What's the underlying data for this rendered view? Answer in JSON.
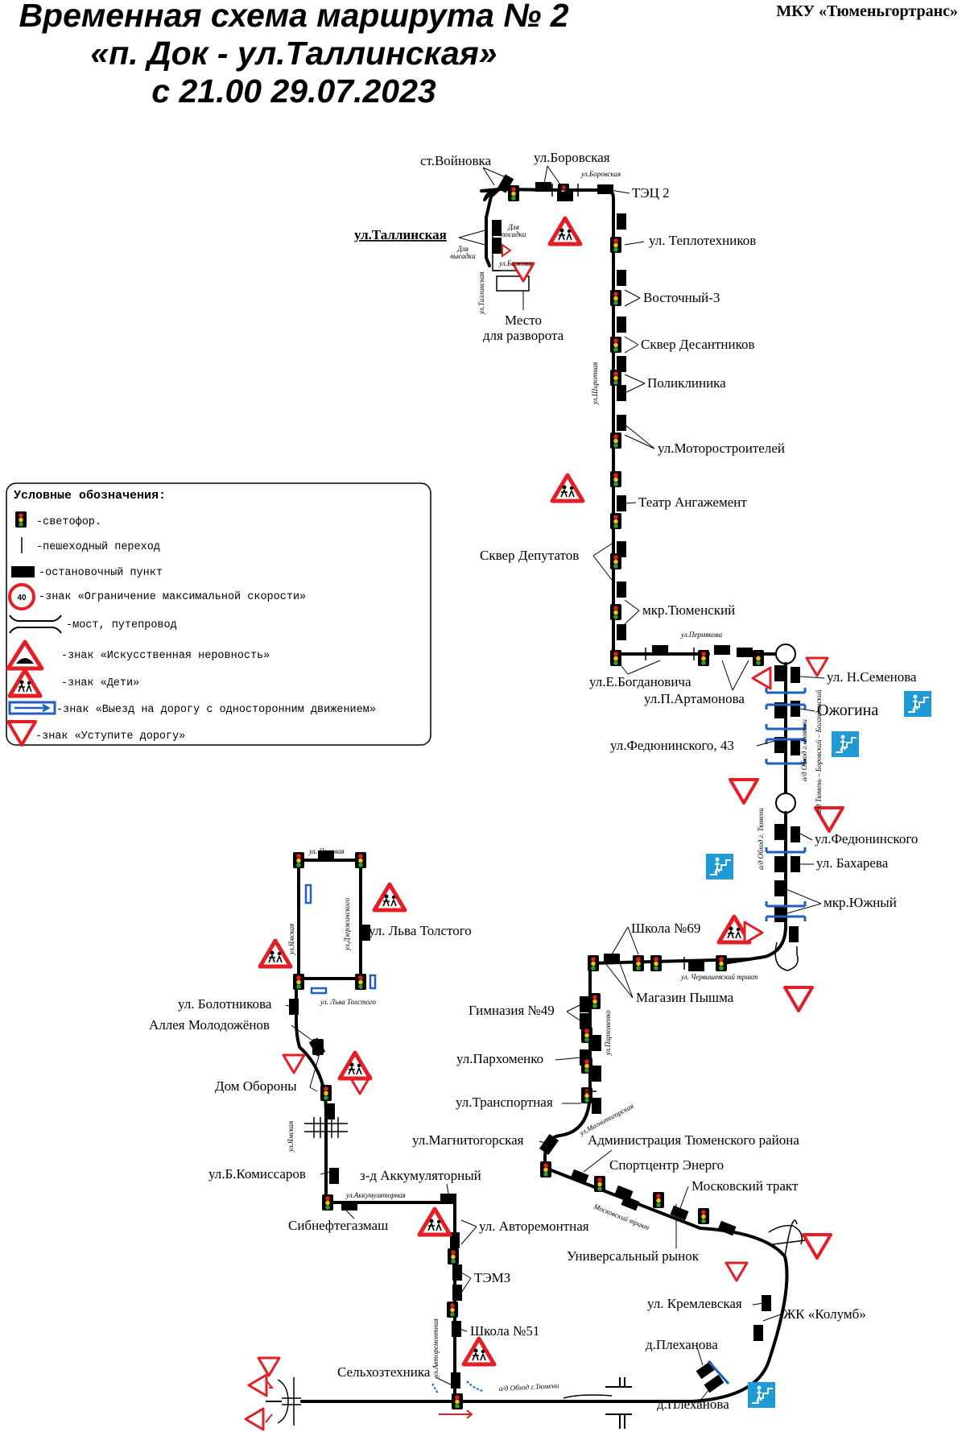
{
  "header": {
    "title_line1": "Временная схема маршрута № 2",
    "title_line2": "«п. Док - ул.Таллинская»",
    "title_line3": "с 21.00 29.07.2023",
    "organization": "МКУ «Тюменьгортранс»"
  },
  "legend": {
    "title": "Условные обозначения:",
    "items": [
      {
        "icon": "traffic-light-icon",
        "text": "-светофор."
      },
      {
        "icon": "crosswalk-icon",
        "text": "-пешеходный переход"
      },
      {
        "icon": "bus-stop-icon",
        "text": "-остановочный пункт"
      },
      {
        "icon": "speed-limit-icon",
        "text": "-знак «Ограничение максимальной скорости»",
        "sign_value": "40"
      },
      {
        "icon": "bridge-icon",
        "text": "-мост, путепровод"
      },
      {
        "icon": "speed-bump-sign-icon",
        "text": "-знак «Искусственная неровность»"
      },
      {
        "icon": "children-sign-icon",
        "text": "-знак «Дети»"
      },
      {
        "icon": "one-way-exit-sign-icon",
        "text": "-знак «Выезд на дорогу с односторонним движением»"
      },
      {
        "icon": "yield-sign-icon",
        "text": "-знак «Уступите дорогу»"
      }
    ]
  },
  "stops": {
    "voinovka": "ст.Войновка",
    "borovskaya": "ул.Боровская",
    "tec2": "ТЭЦ 2",
    "tallinskaya": "ул.Таллинская",
    "teplotehnikov": "ул. Теплотехников",
    "vostochny3": "Восточный-3",
    "skver_desantnikov": "Сквер Десантников",
    "poliklinika": "Поликлиника",
    "motorostroiteley": "ул.Моторостроителей",
    "teatr": "Театр Ангажемент",
    "skver_deputatov": "Сквер Депутатов",
    "mkr_tyumensky": "мкр.Тюменский",
    "bogdanovicha": "ул.Е.Богдановича",
    "artamonova": "ул.П.Артамонова",
    "semenova": "ул. Н.Семенова",
    "ozhogina": "Ожогина",
    "fedyuninskogo43": "ул.Федюнинского, 43",
    "fedyuninskogo": "ул.Федюнинского",
    "bahareva": "ул. Бахарева",
    "mkr_yuzhny": "мкр.Южный",
    "shkola69": "Школа №69",
    "magazin_pyshma": "Магазин Пышма",
    "gimnaziya49": "Гимназия №49",
    "parhomenko": "ул.Пархоменко",
    "transportnaya": "ул.Транспортная",
    "magnitogorskaya": "ул.Магнитогорская",
    "administraciya": "Администрация Тюменского района",
    "sportcentr": "Спортцентр Энерго",
    "moskovsky_trakt": "Московский тракт",
    "universalny_rynok": "Универсальный рынок",
    "kremlevskaya": "ул. Кремлевская",
    "kolumb": "ЖК «Колумб»",
    "plehanova1": "д.Плеханова",
    "plehanova2": "д.Плеханова",
    "selhoztehnika": "Сельхозтехника",
    "shkola51": "Школа №51",
    "temz": "ТЭМЗ",
    "avtoremontnaya": "ул. Авторемонтная",
    "akkumulyatorny": "з-д Аккумуляторный",
    "sibneftegazmash": "Сибнефтегазмаш",
    "b_komissarov": "ул.Б.Комиссаров",
    "dom_oborony": "Дом Обороны",
    "alleya": "Аллея Молодожёнов",
    "bolotnikova": "ул. Болотникова",
    "lva_tolstogo": "ул. Льва Толстого"
  },
  "notes": {
    "mesto_razvorota_1": "Место",
    "mesto_razvorota_2": "для разворота",
    "dlya_posadki_1": "Для",
    "dlya_posadki_2": "посадки",
    "dlya_vysadki_1": "Для",
    "dlya_vysadki_2": "высадки"
  },
  "streets": {
    "borovskaya": "ул.Боровская",
    "tallinskaya": "ул.Таллинская",
    "bazhova": "ул.Бажова",
    "shirotnaya": "ул.Широтная",
    "permyakova": "ул.Пермякова",
    "obhod_tyumeni": "а/д Обход г. Тюмени",
    "borovskiy_bogandinsky": "а/д Тюмень – Боровский – Богандинский",
    "chervishevsky": "ул. Червишевский тракт",
    "parhomenko": "ул.Пархоменко",
    "magnitogorskaya": "ул.Магнитогорская",
    "moskovsky_trakt": "Московский тракт",
    "obhod_tyumeni2": "а/д Обход г.Тюмени",
    "avtoremontnaya": "ул.Авторемонтная",
    "akkumulyatornaya": "ул.Аккумуляторная",
    "yamskaya1": "ул.Ямская",
    "yamskaya2": "ул.Ямская",
    "polevaya": "ул. Полевая",
    "dzerzhinskogo": "ул.Дзержинского",
    "lva_tolstogo": "ул. Льва Толстого"
  },
  "colors": {
    "route": "#000000",
    "sign_red": "#e31e24",
    "sign_blue": "#1f5fbf",
    "pedestrian_sign_bg": "#1e9ad6"
  }
}
